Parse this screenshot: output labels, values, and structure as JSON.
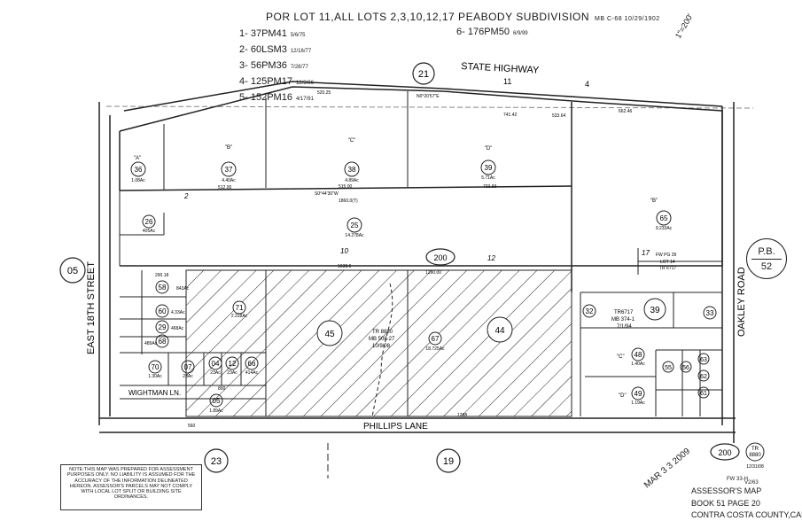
{
  "header": {
    "title": "POR LOT 11,ALL LOTS 2,3,10,12,17 PEABODY SUBDIVISION",
    "title_ref": "MB C-68 10/29/1902",
    "references": [
      {
        "num": "1-",
        "code": "37PM41",
        "date": "5/6/75"
      },
      {
        "num": "2-",
        "code": "60LSM3",
        "date": "12/16/77"
      },
      {
        "num": "3-",
        "code": "56PM36",
        "date": "7/28/77"
      },
      {
        "num": "4-",
        "code": "125PM17",
        "date": "12/3/86"
      },
      {
        "num": "5-",
        "code": "152PM16",
        "date": "4/17/91"
      }
    ],
    "reference_6": {
      "num": "6-",
      "code": "176PM50",
      "date": "6/9/99"
    },
    "scale": "1\"=200'"
  },
  "streets": {
    "state_highway": "STATE HIGHWAY",
    "highway_number_left": "11",
    "highway_number_right": "4",
    "east_18th_street": "EAST  18TH  STREET",
    "oakley_road": "OAKLEY  ROAD",
    "phillips_lane": "PHILLIPS    LANE",
    "wightman_ln": "WIGHTMAN LN."
  },
  "circled_numbers": {
    "page_21": "21",
    "page_05": "05",
    "page_23": "23",
    "page_19": "19",
    "block_200_mid": "200",
    "block_200_bottom": "200",
    "tr_8880_label": "TR\n8880",
    "tr_8880_date": "12/31/08"
  },
  "pb_badge": {
    "top": "P.B.",
    "bottom": "52"
  },
  "parcels": [
    {
      "id": "36",
      "letter": "\"A\"",
      "area": "1.08Ac"
    },
    {
      "id": "37",
      "letter": "\"B\"",
      "area": "4.40Ac"
    },
    {
      "id": "38",
      "letter": "\"C\"",
      "area": "4.89Ac"
    },
    {
      "id": "39",
      "letter": "\"D\"",
      "area": "5.71Ac"
    },
    {
      "id": "26",
      "area": "405Ac"
    },
    {
      "id": "25",
      "area": "14.278Ac"
    },
    {
      "id": "65",
      "letter": "\"B\"",
      "area": "9.233Ac"
    },
    {
      "id": "58",
      "area": "843Ac"
    },
    {
      "id": "60",
      "area": "4.33Ac"
    },
    {
      "id": "29",
      "area": "468Ac"
    },
    {
      "id": "68",
      "area": "489Ac"
    },
    {
      "id": "71",
      "area": "2.318Ac"
    },
    {
      "id": "45"
    },
    {
      "id": "67",
      "area": "18.725Ac"
    },
    {
      "id": "44"
    },
    {
      "id": "70",
      "area": "1.30Ac"
    },
    {
      "id": "07",
      "area": "23Ac"
    },
    {
      "id": "04",
      "area": "23Ac"
    },
    {
      "id": "12",
      "area": "23Ac"
    },
    {
      "id": "66",
      "area": "414Ac"
    },
    {
      "id": "05",
      "area": "1.89Ac"
    },
    {
      "id": "32"
    },
    {
      "id": "39b",
      "label": "39"
    },
    {
      "id": "33"
    },
    {
      "id": "48",
      "letter": "\"C\"",
      "area": "1.40Ac"
    },
    {
      "id": "49",
      "letter": "\"D\"",
      "area": "1.19Ac"
    },
    {
      "id": "55"
    },
    {
      "id": "56"
    },
    {
      "id": "63"
    },
    {
      "id": "62"
    },
    {
      "id": "61"
    }
  ],
  "labels": {
    "lot_2": "2",
    "lot_10": "10",
    "lot_12": "12",
    "lot_17": "17",
    "tr8880": "TR 8880",
    "mb508": "MB 508-27",
    "date_10908": "10/9/08",
    "tr6717": "TR6717",
    "mb374": "MB 374-1",
    "date_7194": "7/1/94",
    "lot14": "LOT 14",
    "tr6717_small": "TR 6717",
    "fw": "FW PG 39"
  },
  "dimensions": {
    "d520": "520.25",
    "d741": "741.42",
    "d533": "533.64",
    "d662": "662.46",
    "d1860": "1860.0(T)",
    "d512": "512.00",
    "d515": "515.00",
    "d733": "733.93",
    "d1638": "1638.0",
    "d1290": "1290.00",
    "d1288": "1288",
    "d560": "560",
    "d800": "800",
    "d290": "290.18",
    "bearing_n": "N0°20'57\"E",
    "bearing_s": "S0°44'30\"W"
  },
  "note": "NOTE:THIS MAP WAS PREPARED FOR ASSESSMENT PURPOSES ONLY. NO LIABILITY IS ASSUMED FOR THE ACCURACY OF THE INFORMATION DELINEATED HEREON. ASSESSOR'S PARCELS MAY NOT COMPLY WITH LOCAL LOT SPLIT OR BUILDING SITE ORDINANCES.",
  "footer": {
    "small": "FW 33-H",
    "small2": "V2/63",
    "title": "ASSESSOR'S MAP",
    "book": "BOOK  51  PAGE  20",
    "county": "CONTRA COSTA COUNTY,CALIF."
  },
  "stamp": "MAR 3 3 2009"
}
